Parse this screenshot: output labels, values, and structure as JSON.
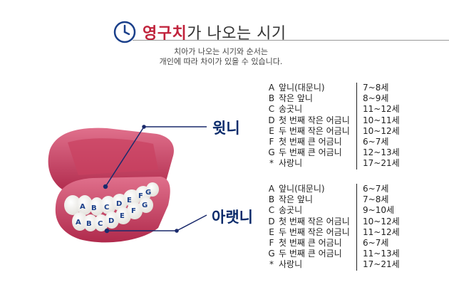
{
  "header": {
    "title_highlight": "영구치",
    "title_rest": "가 나오는 시기",
    "subtitle_line1": "치아가 나오는 시기와 순서는",
    "subtitle_line2": "개인에 따라 차이가 있을 수 있습니다."
  },
  "icons": {
    "clock": "clock-icon"
  },
  "colors": {
    "accent": "#c0223b",
    "label": "#0b2b6b",
    "gum": "#c8365a",
    "leader": "#1a2a6c"
  },
  "labels": {
    "upper": "윗니",
    "lower": "아랫니"
  },
  "tooth_letters": {
    "upper": [
      "A",
      "B",
      "C",
      "D",
      "E",
      "F",
      "G"
    ],
    "lower": [
      "A",
      "B",
      "C",
      "D",
      "E",
      "F",
      "G"
    ]
  },
  "upper_table": [
    {
      "letter": "A",
      "name": "앞니(대문니)",
      "age": "7~8세"
    },
    {
      "letter": "B",
      "name": "작은 앞니",
      "age": "8~9세"
    },
    {
      "letter": "C",
      "name": "송곳니",
      "age": "11~12세"
    },
    {
      "letter": "D",
      "name": "첫 번째 작은 어금니",
      "age": "10~11세"
    },
    {
      "letter": "E",
      "name": "두 번째 작은 어금니",
      "age": "10~12세"
    },
    {
      "letter": "F",
      "name": "첫 번째 큰 어금니",
      "age": "6~7세"
    },
    {
      "letter": "G",
      "name": "두 번째 큰 어금니",
      "age": "12~13세"
    },
    {
      "letter": "*",
      "name": "사랑니",
      "age": "17~21세"
    }
  ],
  "lower_table": [
    {
      "letter": "A",
      "name": "앞니(대문니)",
      "age": "6~7세"
    },
    {
      "letter": "B",
      "name": "작은 앞니",
      "age": "7~8세"
    },
    {
      "letter": "C",
      "name": "송곳니",
      "age": "9~10세"
    },
    {
      "letter": "D",
      "name": "첫 번째 작은 어금니",
      "age": "10~12세"
    },
    {
      "letter": "E",
      "name": "두 번째 작은 어금니",
      "age": "11~12세"
    },
    {
      "letter": "F",
      "name": "첫 번째 큰 어금니",
      "age": "6~7세"
    },
    {
      "letter": "G",
      "name": "두 번째 큰 어금니",
      "age": "11~13세"
    },
    {
      "letter": "*",
      "name": "사랑니",
      "age": "17~21세"
    }
  ]
}
